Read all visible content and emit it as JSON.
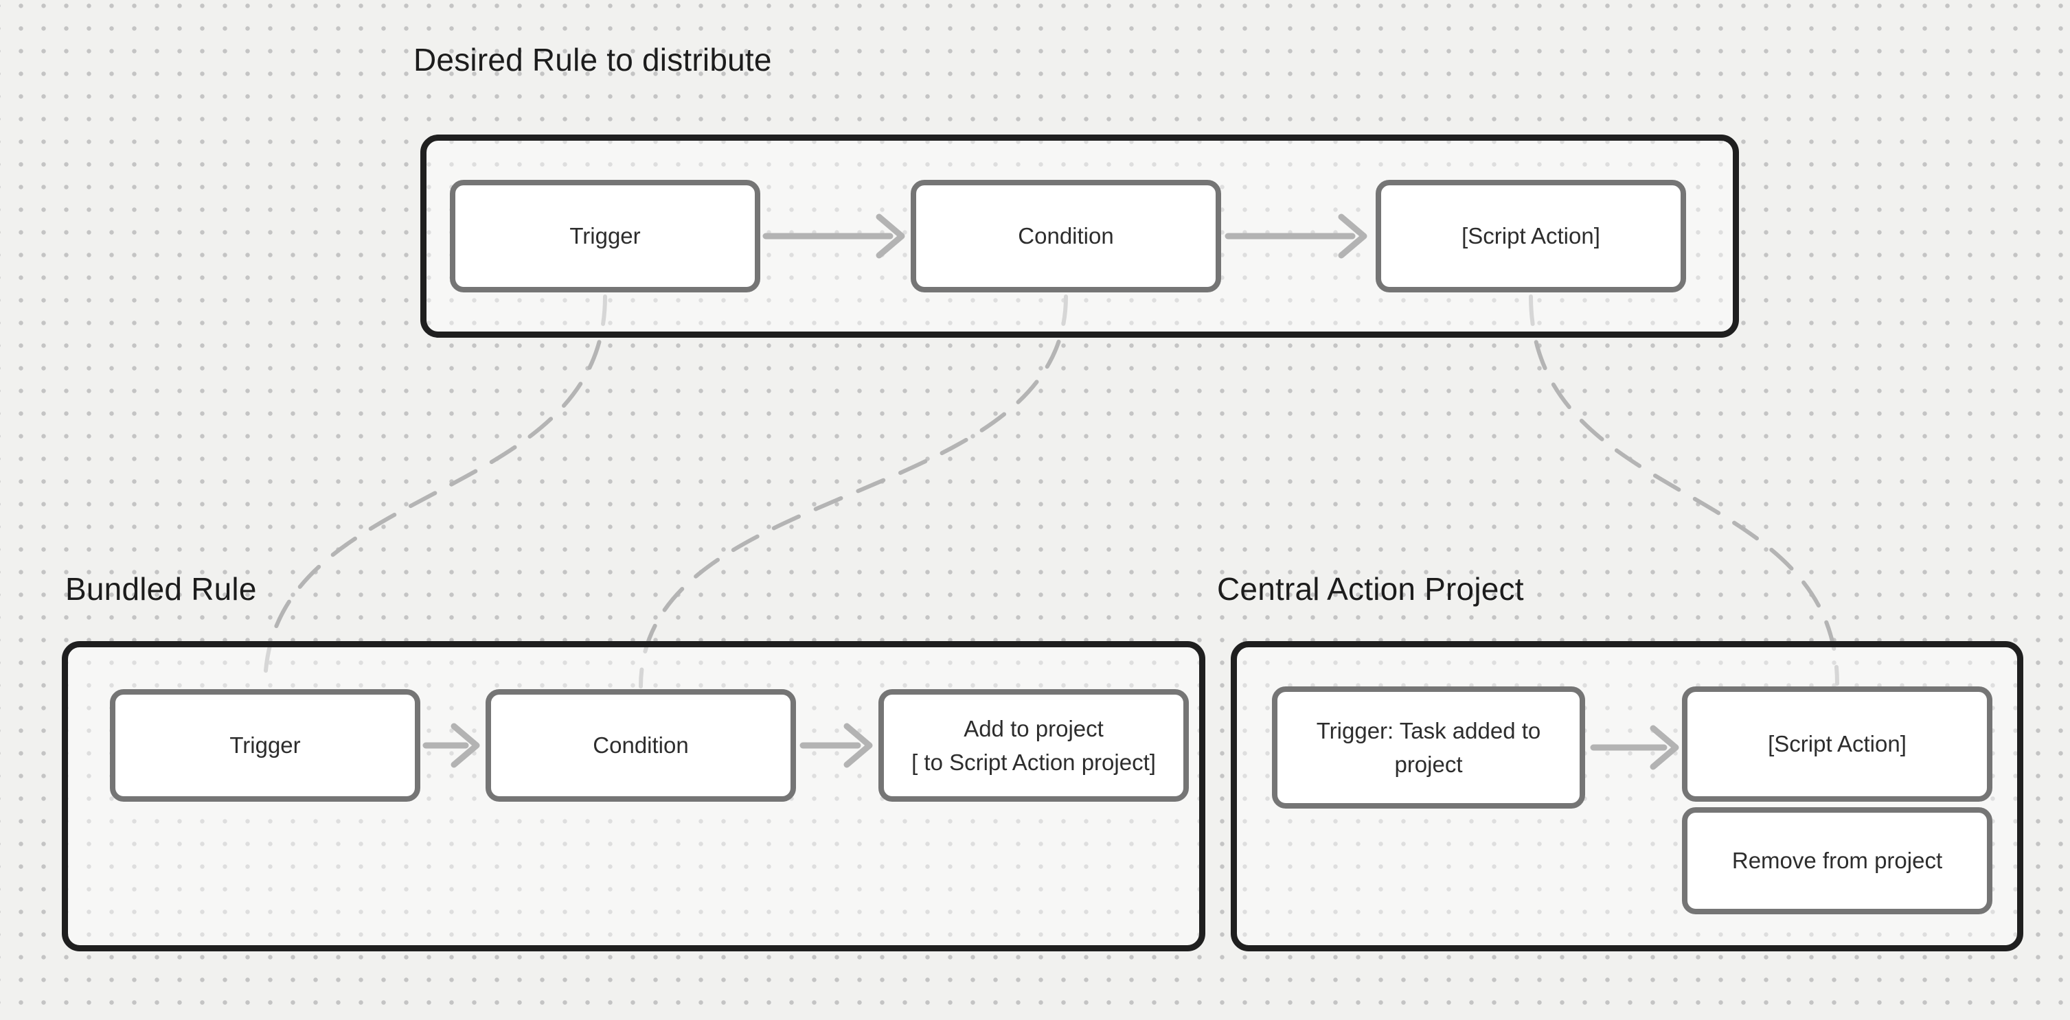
{
  "colors": {
    "canvas_background": "#f1f1ef",
    "grid_dot": "#c4c4c4",
    "container_border": "#1f1f1f",
    "node_border": "#757575",
    "node_fill": "#ffffff",
    "arrow": "#757575",
    "dashed_connector": "#b4b4b4",
    "title_text": "#1c1c1c",
    "node_text": "#2d2d2d"
  },
  "sections": [
    {
      "id": "desired-rule",
      "title": "Desired Rule to distribute",
      "nodes": [
        {
          "id": "trigger",
          "lines": [
            "Trigger"
          ]
        },
        {
          "id": "condition",
          "lines": [
            "Condition"
          ]
        },
        {
          "id": "script-action",
          "lines": [
            "[Script Action]"
          ]
        }
      ]
    },
    {
      "id": "bundled-rule",
      "title": "Bundled Rule",
      "nodes": [
        {
          "id": "trigger",
          "lines": [
            "Trigger"
          ]
        },
        {
          "id": "condition",
          "lines": [
            "Condition"
          ]
        },
        {
          "id": "add-to-project",
          "lines": [
            "Add to project",
            "[ to Script Action project]"
          ]
        }
      ]
    },
    {
      "id": "central-action-project",
      "title": "Central Action Project",
      "nodes": [
        {
          "id": "trigger-task-added",
          "lines": [
            "Trigger: Task added to",
            "project"
          ]
        },
        {
          "id": "script-action",
          "lines": [
            "[Script Action]"
          ]
        },
        {
          "id": "remove-from-project",
          "lines": [
            "Remove from project"
          ]
        }
      ]
    }
  ],
  "connections": {
    "solid_arrows": [
      {
        "from": "desired-rule.trigger",
        "to": "desired-rule.condition"
      },
      {
        "from": "desired-rule.condition",
        "to": "desired-rule.script-action"
      },
      {
        "from": "bundled-rule.trigger",
        "to": "bundled-rule.condition"
      },
      {
        "from": "bundled-rule.condition",
        "to": "bundled-rule.add-to-project"
      },
      {
        "from": "central-action-project.trigger-task-added",
        "to": "central-action-project.script-action"
      }
    ],
    "dashed_links": [
      {
        "from": "desired-rule.trigger",
        "to": "bundled-rule.trigger"
      },
      {
        "from": "desired-rule.condition",
        "to": "bundled-rule.condition"
      },
      {
        "from": "desired-rule.script-action",
        "to": "central-action-project.script-action"
      }
    ]
  }
}
